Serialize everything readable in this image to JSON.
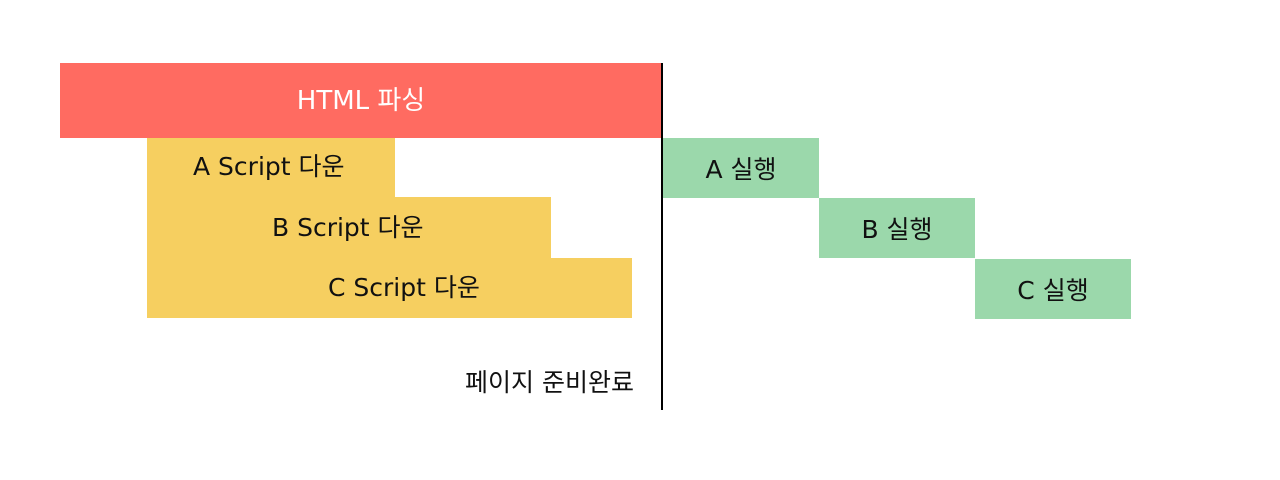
{
  "colors": {
    "parse": "#ff6b61",
    "download": "#f6cf60",
    "execute": "#9bd8ab",
    "marker": "#000000"
  },
  "parse": {
    "label": "HTML 파싱"
  },
  "downloads": [
    {
      "label": "A Script 다운"
    },
    {
      "label": "B Script 다운"
    },
    {
      "label": "C Script 다운"
    }
  ],
  "executions": [
    {
      "label": "A 실행"
    },
    {
      "label": "B 실행"
    },
    {
      "label": "C 실행"
    }
  ],
  "marker": {
    "label": "페이지 준비완료"
  }
}
